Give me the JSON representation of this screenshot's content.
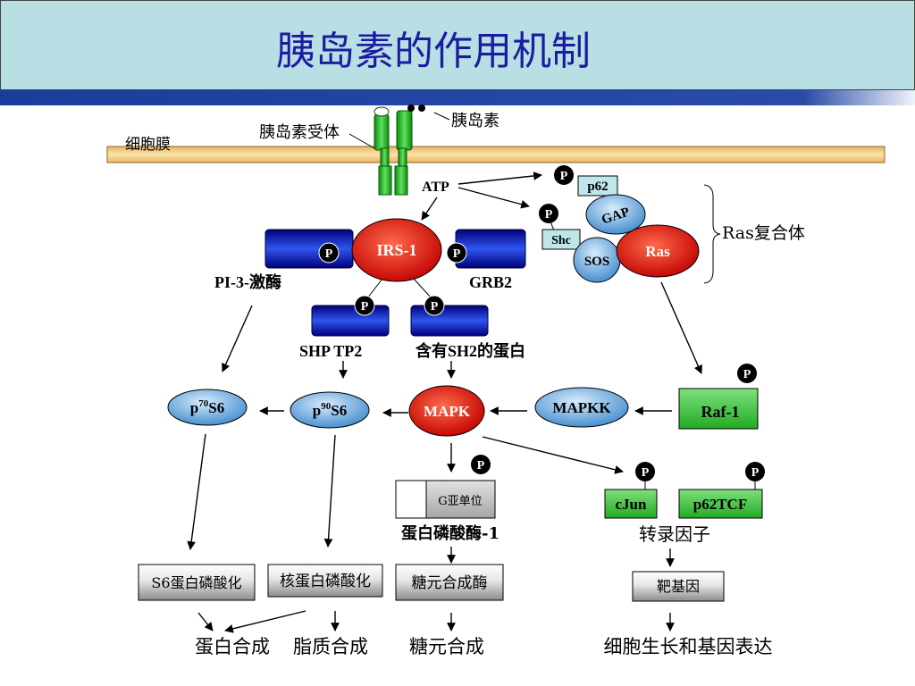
{
  "title": "胰岛素的作用机制",
  "phospho": "P",
  "membrane_label": "细胞膜",
  "receptor_label": "胰岛素受体",
  "insulin_label": "胰岛素",
  "atp": "ATP",
  "ras_complex": {
    "p62": "p62",
    "gap": "GAP",
    "shc": "Shc",
    "sos": "SOS",
    "ras": "Ras",
    "label": "Ras复合体"
  },
  "irs1": "IRS-1",
  "pi3k_label": "PI-3-激酶",
  "grb2_label": "GRB2",
  "shptp2_label": "SHP TP2",
  "sh2_label": "含有SH2的蛋白",
  "p70s6": {
    "prefix": "p",
    "sup": "70",
    "suffix": "S6"
  },
  "p90s6": {
    "prefix": "p",
    "sup": "90",
    "suffix": "S6"
  },
  "mapk": "MAPK",
  "mapkk": "MAPKK",
  "raf1": "Raf-1",
  "pp1": {
    "g_subunit": "G亚单位",
    "label": "蛋白磷酸酶-1"
  },
  "transcription": {
    "cjun": "cJun",
    "p62tcf": "p62TCF",
    "label": "转录因子",
    "target": "靶基因",
    "outcome": "细胞生长和基因表达"
  },
  "targets": [
    "S6蛋白磷酸化",
    "核蛋白磷酸化",
    "糖元合成酶"
  ],
  "outcomes": [
    "蛋白合成",
    "脂质合成",
    "糖元合成"
  ],
  "colors": {
    "title": "#1c1ca0",
    "header_bg": "#b8dfe3",
    "membrane": "#f6cf88"
  }
}
